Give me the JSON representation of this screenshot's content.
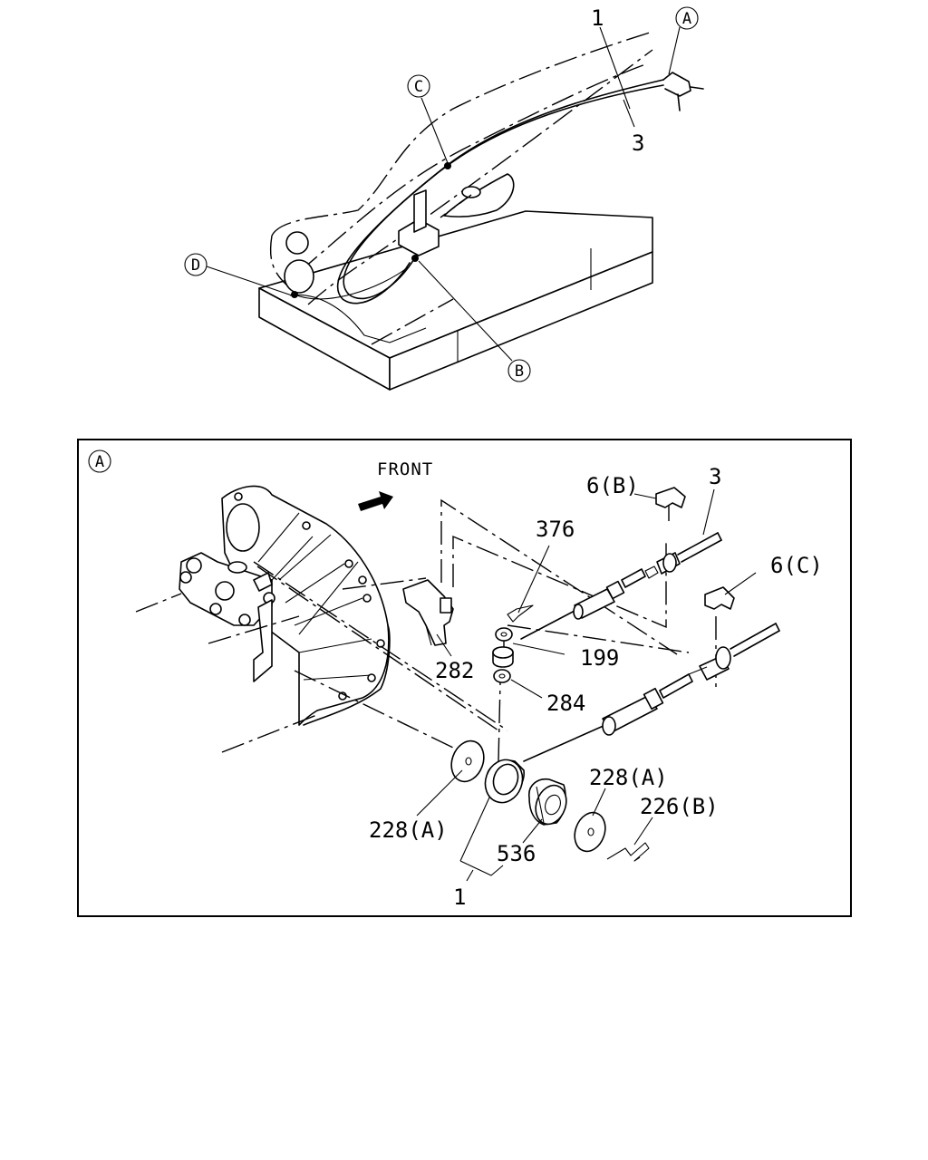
{
  "callouts": {
    "A": "A",
    "B": "B",
    "C": "C",
    "D": "D",
    "detail": "A"
  },
  "top_view": {
    "labels": {
      "part_1": "1",
      "part_3": "3"
    }
  },
  "detail_view": {
    "front_label": "FRONT",
    "labels": {
      "part_6b": "6(B)",
      "part_3": "3",
      "part_376": "376",
      "part_6c": "6(C)",
      "part_199": "199",
      "part_282": "282",
      "part_284": "284",
      "part_228a_left": "228(A)",
      "part_228a_right": "228(A)",
      "part_226b": "226(B)",
      "part_536": "536",
      "part_1": "1"
    }
  }
}
